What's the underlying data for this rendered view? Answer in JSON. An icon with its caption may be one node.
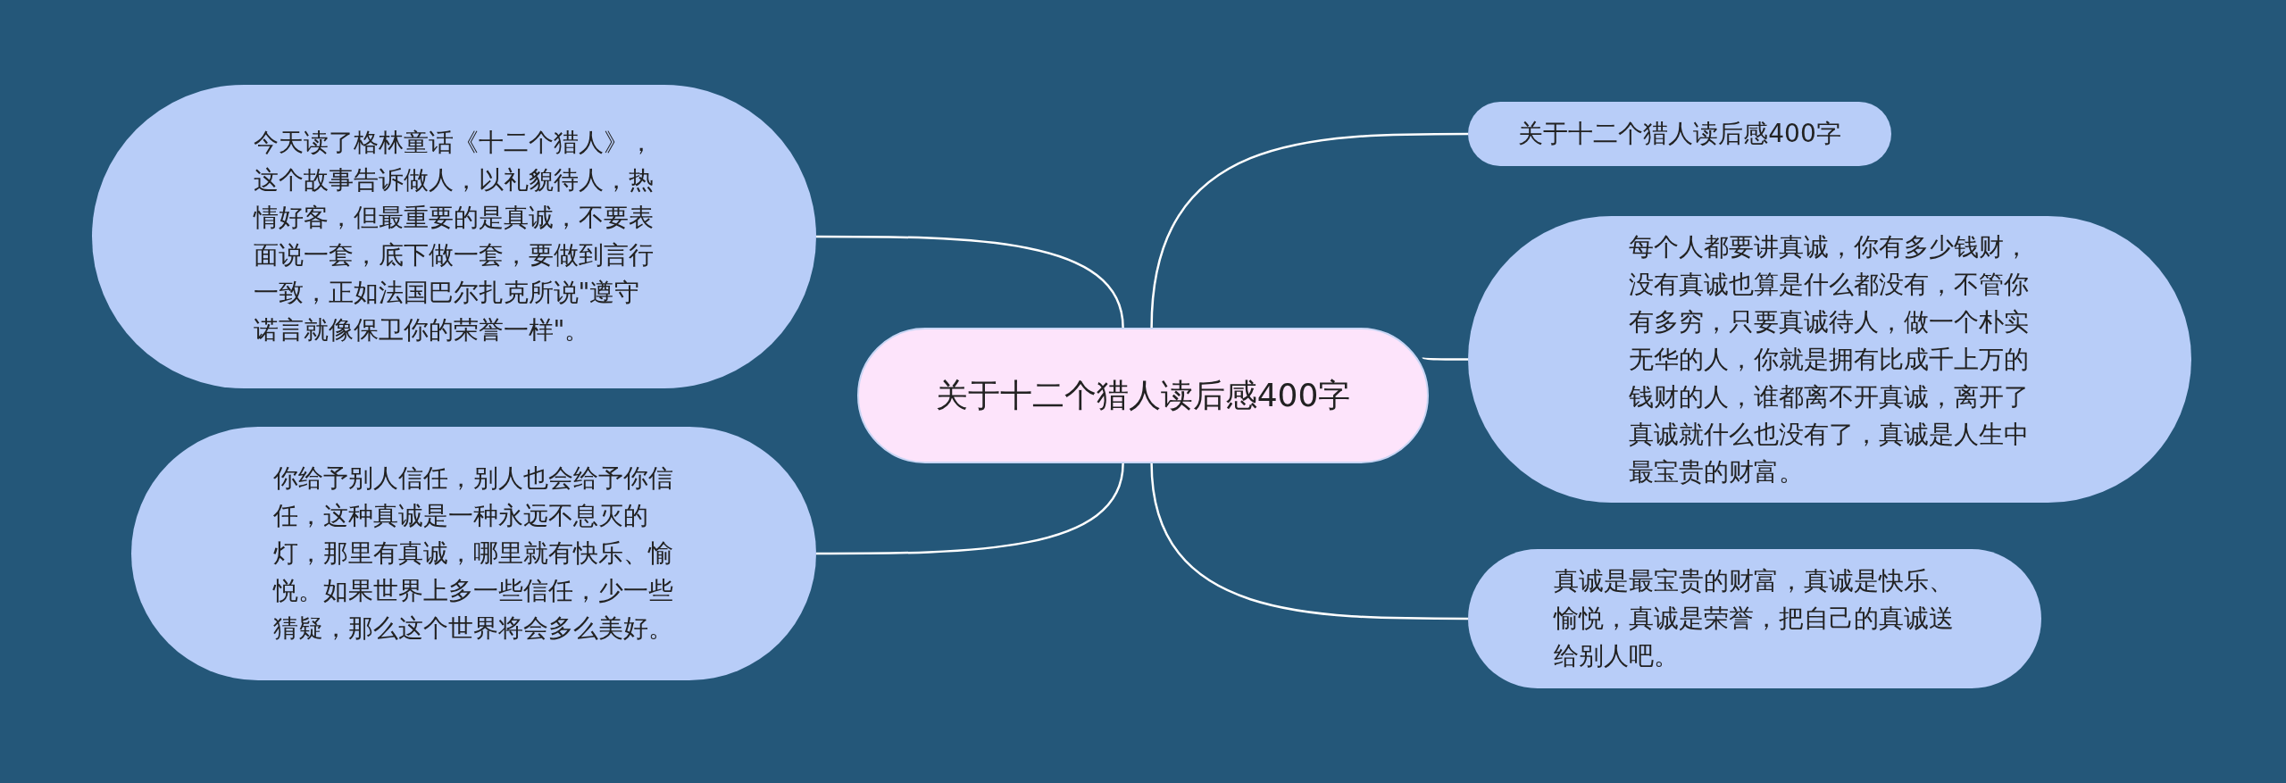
{
  "diagram": {
    "nodes": [
      {
        "text": [
          "关于十二个猎人读后感400字"
        ]
      },
      {
        "text": [
          "今天读了格林童话《十二个猎人》，这个故事告诉做人，以礼貌待人，热情好客，但最重要的是真诚，不要表面说一套，底下做一套，要做到言行一致，正如法国巴尔扎克所说\"遵守诺言就像保卫你的荣誉一样\"。"
        ]
      },
      {
        "text": [
          "你给予别人信任，别人也会给予你信任，这种真诚是一种永远不息灭的灯，那里有真诚，哪里就有快乐、愉悦。如果世界上多一些信任，少一些猜疑，那么这个世界将会多么美好。"
        ]
      },
      {
        "text": [
          "关于十二个猎人读后感400字"
        ]
      },
      {
        "text": [
          "每个人都要讲真诚，你有多少钱财，没有真诚也算是什么都没有，不管你有多穷，只要真诚待人，做一个朴实无华的人，你就是拥有比成千上万的钱财的人，谁都离不开真诚，离开了真诚就什么也没有了，真诚是人生中最宝贵的财富。"
        ]
      },
      {
        "text": [
          "真诚是最宝贵的财富，真诚是快乐、愉悦，真诚是荣誉，把自己的真诚送给别人吧。"
        ]
      }
    ],
    "edges": [
      {
        "from": 0,
        "to": 1,
        "arrow": "none"
      },
      {
        "from": 0,
        "to": 2,
        "arrow": "none"
      },
      {
        "from": 0,
        "to": 3,
        "arrow": "none"
      },
      {
        "from": 0,
        "to": 4,
        "arrow": "none"
      },
      {
        "from": 0,
        "to": 5,
        "arrow": "none"
      }
    ]
  }
}
